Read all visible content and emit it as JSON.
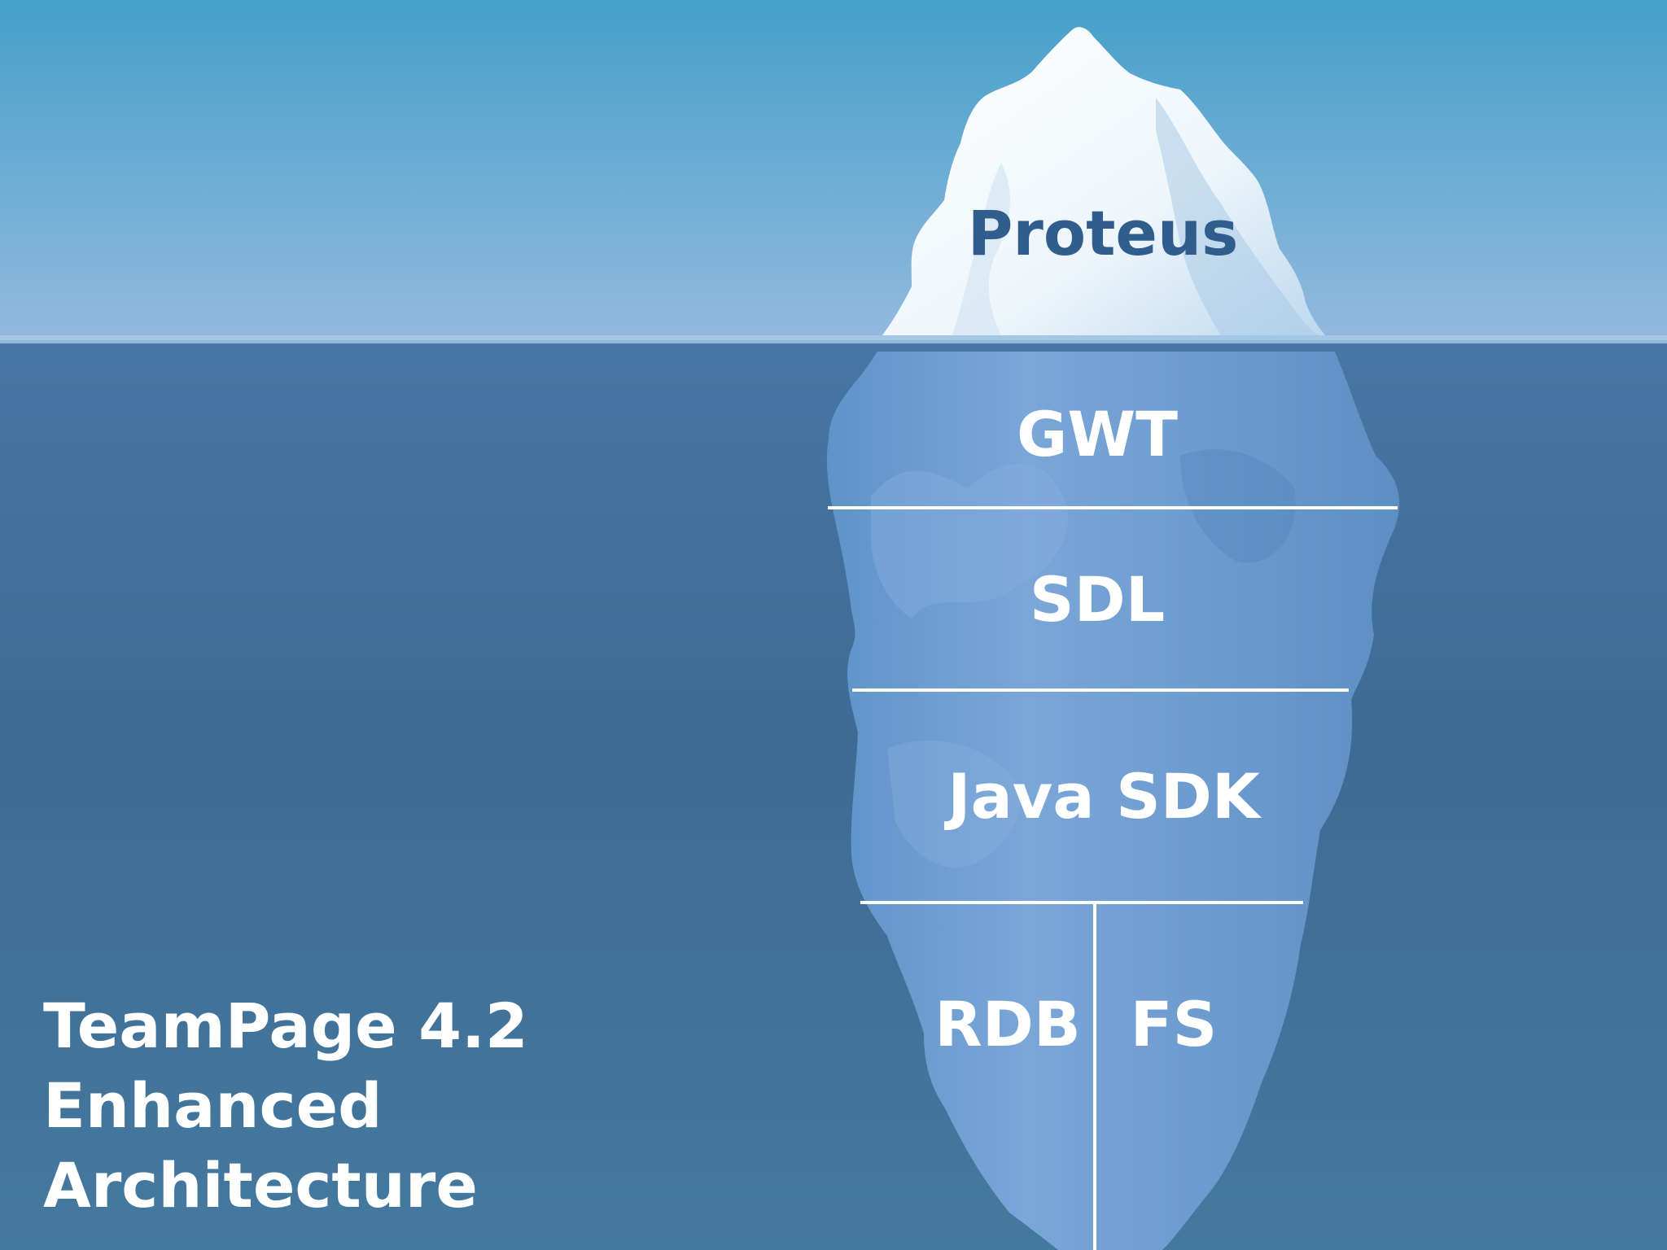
{
  "diagram": {
    "layers": {
      "tip": "Proteus",
      "layer_1": "GWT",
      "layer_2": "SDL",
      "layer_3": "Java SDK",
      "base_left": "RDB",
      "base_right": "FS"
    }
  },
  "title": {
    "line_1": "TeamPage 4.2",
    "line_2": "Enhanced",
    "line_3": "Architecture"
  },
  "colors": {
    "sky_top": "#45a0c8",
    "sky_bottom": "#93b9e0",
    "sea_top": "#4776a4",
    "sea_bottom": "#3f6f9a",
    "ice_above": "#ffffff",
    "ice_below": "#6b9ccf",
    "tip_label": "#2f5d8c",
    "label": "#ffffff"
  }
}
